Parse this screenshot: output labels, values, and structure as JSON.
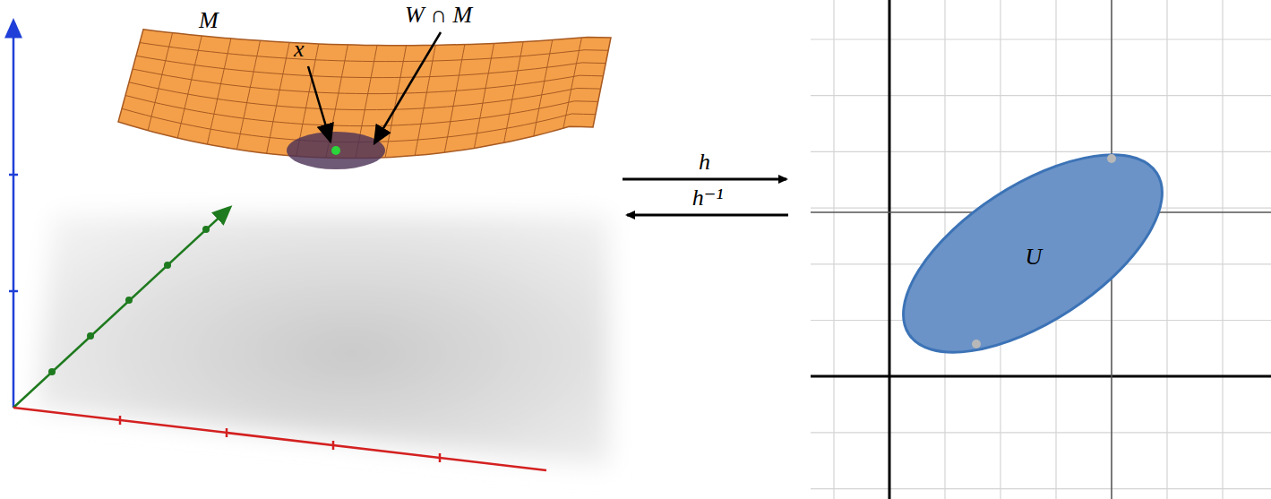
{
  "diagram": {
    "nodes": [
      {
        "text": [
          "M"
        ]
      },
      {
        "text": [
          "U"
        ]
      }
    ],
    "edges": [
      {
        "from": 0,
        "to": 1,
        "label": "h",
        "arrow": "to"
      },
      {
        "from": 1,
        "to": 0,
        "label": "h⁻¹",
        "arrow": "to"
      }
    ],
    "labels": [
      "W ∩ M",
      "x"
    ]
  }
}
